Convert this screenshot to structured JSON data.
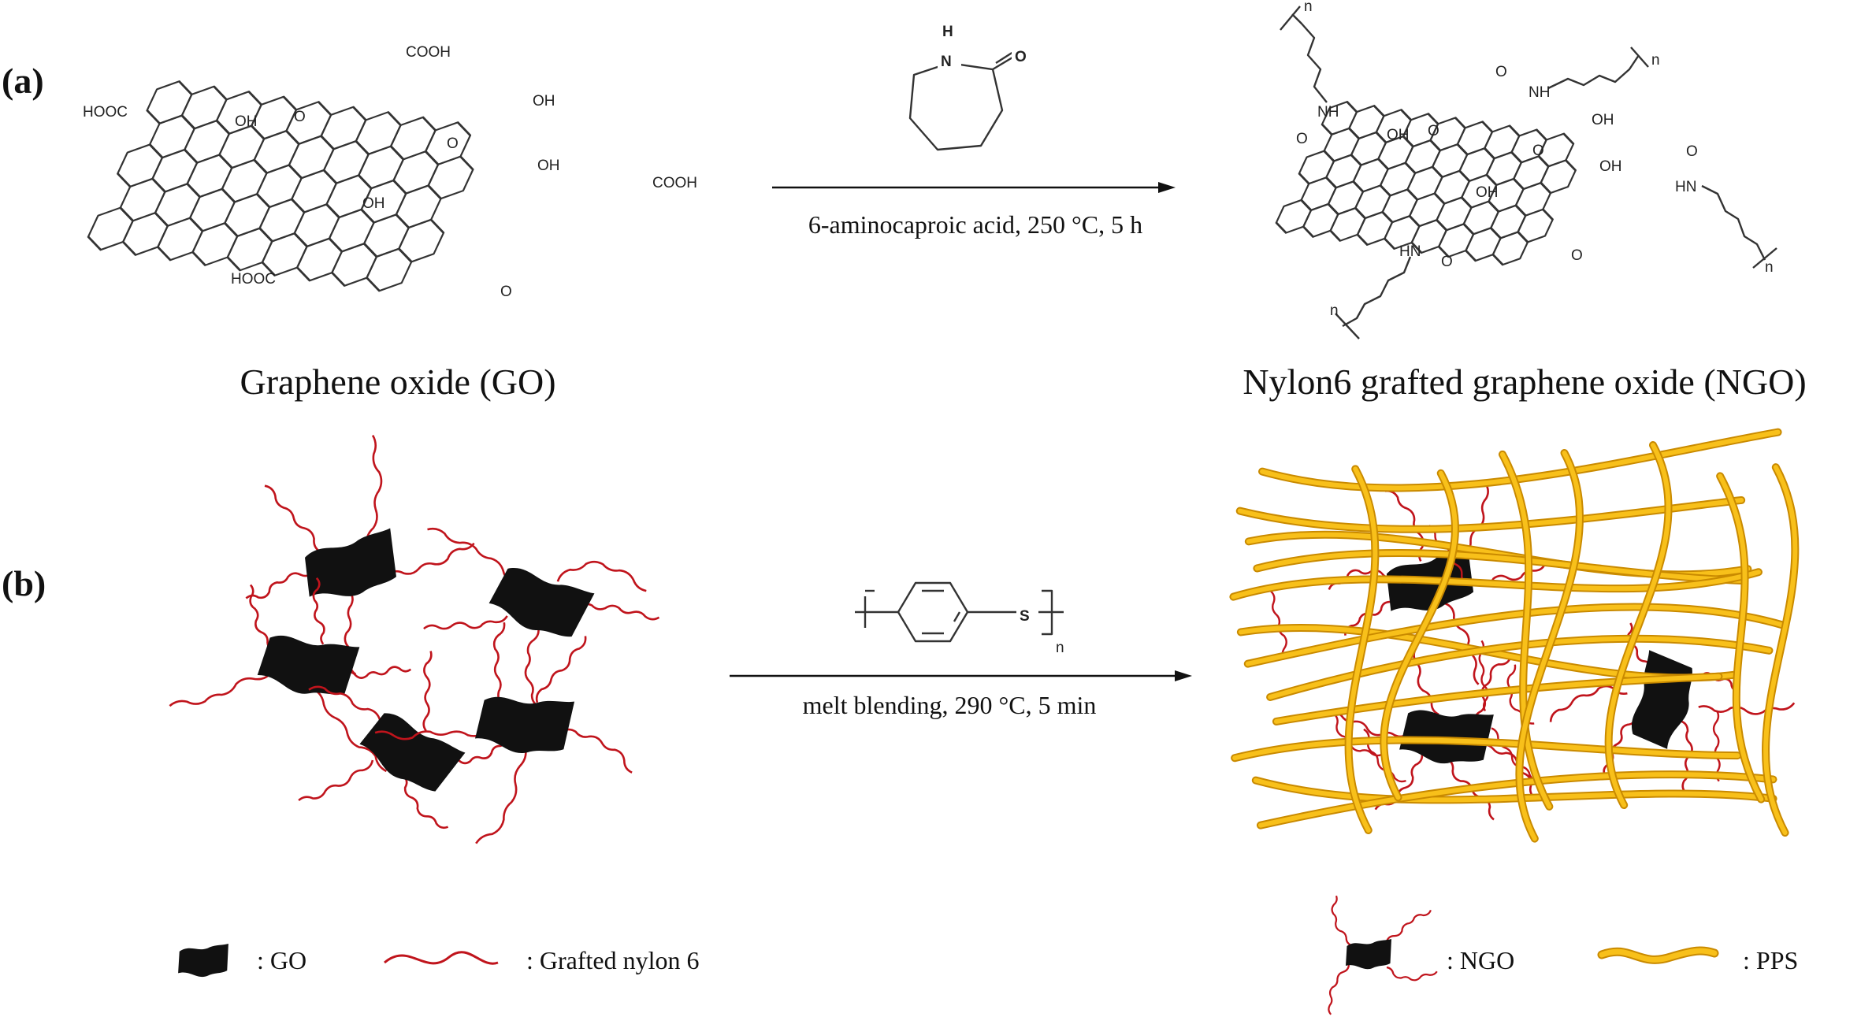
{
  "panel_a": {
    "label": "(a)",
    "reagent_condition": "6-aminocaproic acid, 250 °C, 5 h",
    "reagent_atoms": [
      "H",
      "N",
      "O"
    ],
    "go_caption": "Graphene oxide (GO)",
    "ngo_caption": "Nylon6 grafted graphene oxide (NGO)",
    "go_labels": [
      "COOH",
      "HOOC",
      "OH",
      "O",
      "OH",
      "O",
      "OH",
      "COOH",
      "OH",
      "HOOC",
      "O"
    ],
    "ngo_labels": [
      "NH",
      "O",
      "OH",
      "O",
      "O",
      "NH",
      "OH",
      "O",
      "OH",
      "O",
      "HN",
      "OH",
      "HN",
      "O",
      "O",
      "n",
      "n",
      "n",
      "n"
    ]
  },
  "panel_b": {
    "label": "(b)",
    "reagent_condition": "melt blending, 290 °C, 5 min",
    "pps_atom": "S",
    "pps_subscript": "n"
  },
  "legend": {
    "go": ": GO",
    "grafted_nylon": ": Grafted nylon 6",
    "ngo": ": NGO",
    "pps": ": PPS"
  },
  "colors": {
    "nylon": "#c0141c",
    "pps_fill": "#f8c01a",
    "pps_edge": "#c98a00",
    "sheet": "#111111"
  }
}
